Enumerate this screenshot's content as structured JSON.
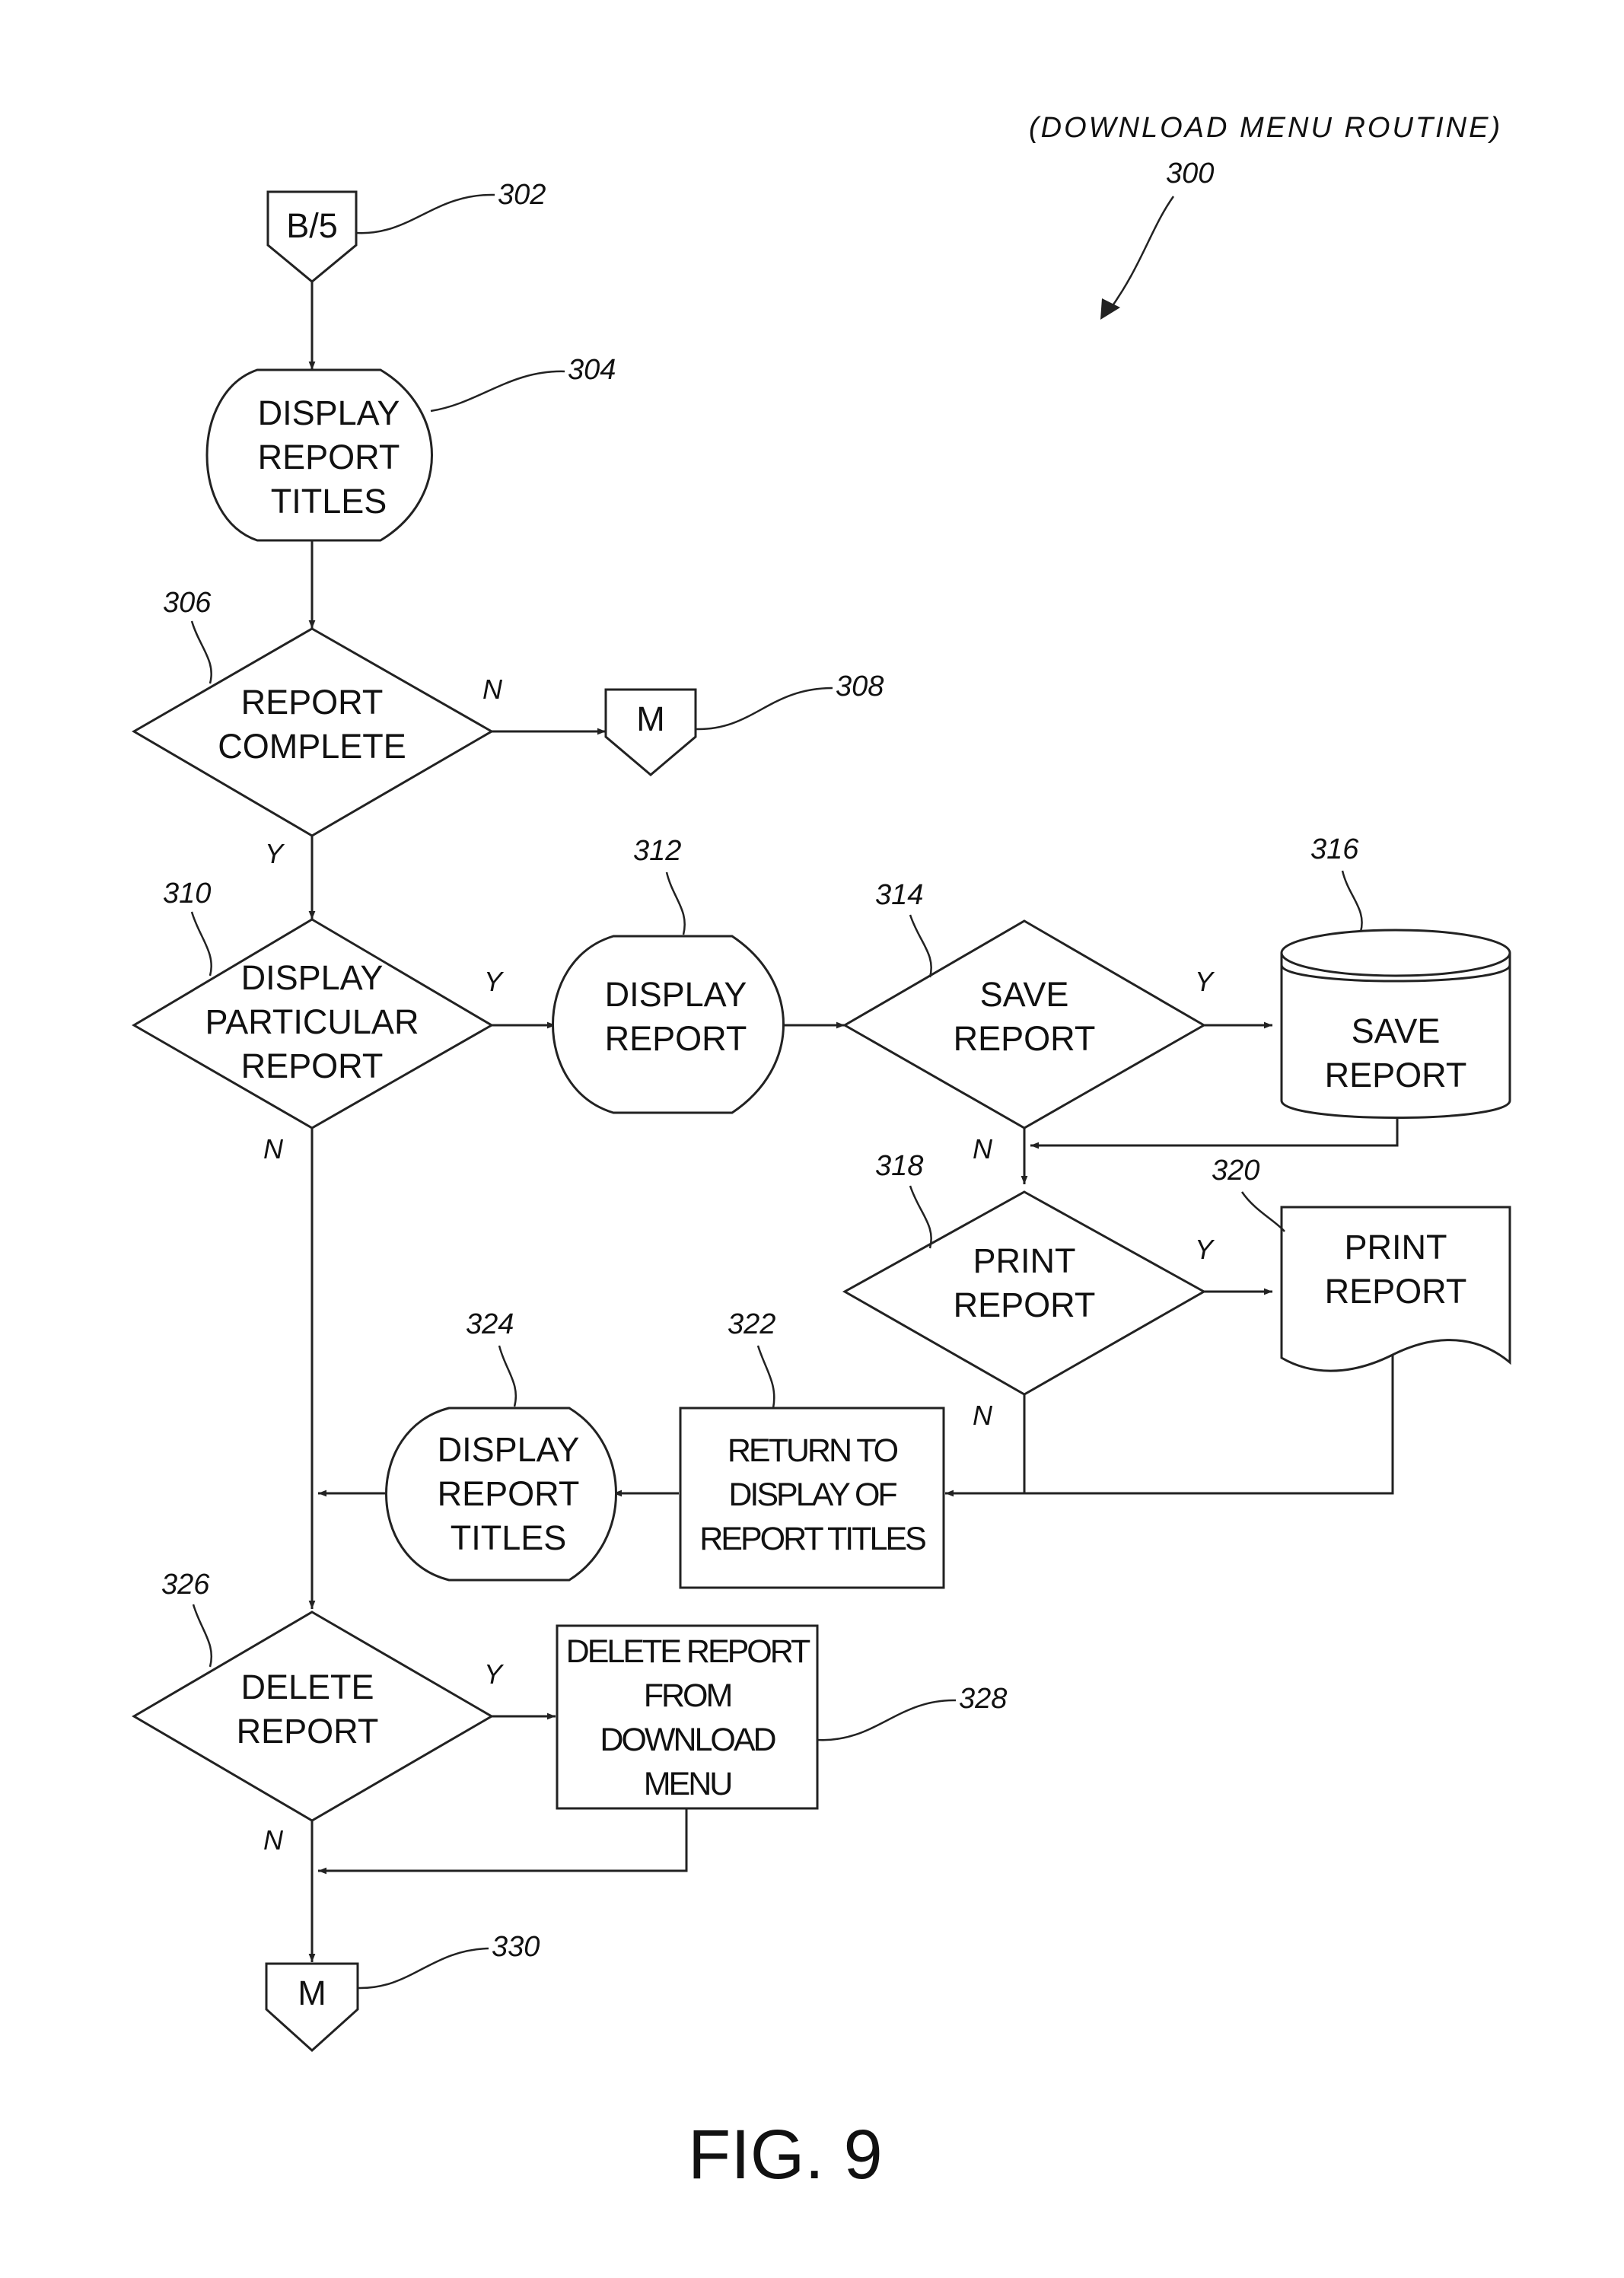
{
  "header": {
    "routine_title": "(DOWNLOAD MENU ROUTINE)",
    "routine_ref": "300"
  },
  "figure_label": "FIG. 9",
  "nodes": [
    {
      "id": "302",
      "kind": "connector",
      "lines": [
        "B/5"
      ],
      "ref": "302"
    },
    {
      "id": "304",
      "kind": "display",
      "lines": [
        "DISPLAY",
        "REPORT",
        "TITLES"
      ],
      "ref": "304"
    },
    {
      "id": "306",
      "kind": "decision",
      "lines": [
        "REPORT",
        "COMPLETE"
      ],
      "ref": "306"
    },
    {
      "id": "308",
      "kind": "connector",
      "lines": [
        "M"
      ],
      "ref": "308"
    },
    {
      "id": "310",
      "kind": "decision",
      "lines": [
        "DISPLAY",
        "PARTICULAR",
        "REPORT"
      ],
      "ref": "310"
    },
    {
      "id": "312",
      "kind": "display",
      "lines": [
        "DISPLAY",
        "REPORT"
      ],
      "ref": "312"
    },
    {
      "id": "314",
      "kind": "decision",
      "lines": [
        "SAVE",
        "REPORT"
      ],
      "ref": "314"
    },
    {
      "id": "316",
      "kind": "storage",
      "lines": [
        "SAVE",
        "REPORT"
      ],
      "ref": "316"
    },
    {
      "id": "318",
      "kind": "decision",
      "lines": [
        "PRINT",
        "REPORT"
      ],
      "ref": "318"
    },
    {
      "id": "320",
      "kind": "document",
      "lines": [
        "PRINT",
        "REPORT"
      ],
      "ref": "320"
    },
    {
      "id": "322",
      "kind": "process",
      "lines": [
        "RETURN TO",
        "DISPLAY OF",
        "REPORT TITLES"
      ],
      "ref": "322"
    },
    {
      "id": "324",
      "kind": "display",
      "lines": [
        "DISPLAY",
        "REPORT",
        "TITLES"
      ],
      "ref": "324"
    },
    {
      "id": "326",
      "kind": "decision",
      "lines": [
        "DELETE",
        "REPORT"
      ],
      "ref": "326"
    },
    {
      "id": "328",
      "kind": "process",
      "lines": [
        "DELETE REPORT",
        "FROM",
        "DOWNLOAD",
        "MENU"
      ],
      "ref": "328"
    },
    {
      "id": "330",
      "kind": "connector",
      "lines": [
        "M"
      ],
      "ref": "330"
    }
  ],
  "edges": [
    {
      "from": "302",
      "to": "304",
      "label": ""
    },
    {
      "from": "304",
      "to": "306",
      "label": ""
    },
    {
      "from": "306",
      "to": "308",
      "label": "N"
    },
    {
      "from": "306",
      "to": "310",
      "label": "Y"
    },
    {
      "from": "310",
      "to": "312",
      "label": "Y"
    },
    {
      "from": "312",
      "to": "314",
      "label": ""
    },
    {
      "from": "314",
      "to": "316",
      "label": "Y"
    },
    {
      "from": "314",
      "to": "318",
      "label": "N"
    },
    {
      "from": "316",
      "to": "318",
      "label": ""
    },
    {
      "from": "318",
      "to": "320",
      "label": "Y"
    },
    {
      "from": "318",
      "to": "322",
      "label": "N"
    },
    {
      "from": "320",
      "to": "322",
      "label": ""
    },
    {
      "from": "322",
      "to": "324",
      "label": ""
    },
    {
      "from": "324",
      "to": "326",
      "label": ""
    },
    {
      "from": "310",
      "to": "326",
      "label": "N"
    },
    {
      "from": "326",
      "to": "328",
      "label": "Y"
    },
    {
      "from": "326",
      "to": "330",
      "label": "N"
    },
    {
      "from": "328",
      "to": "330",
      "label": ""
    }
  ]
}
